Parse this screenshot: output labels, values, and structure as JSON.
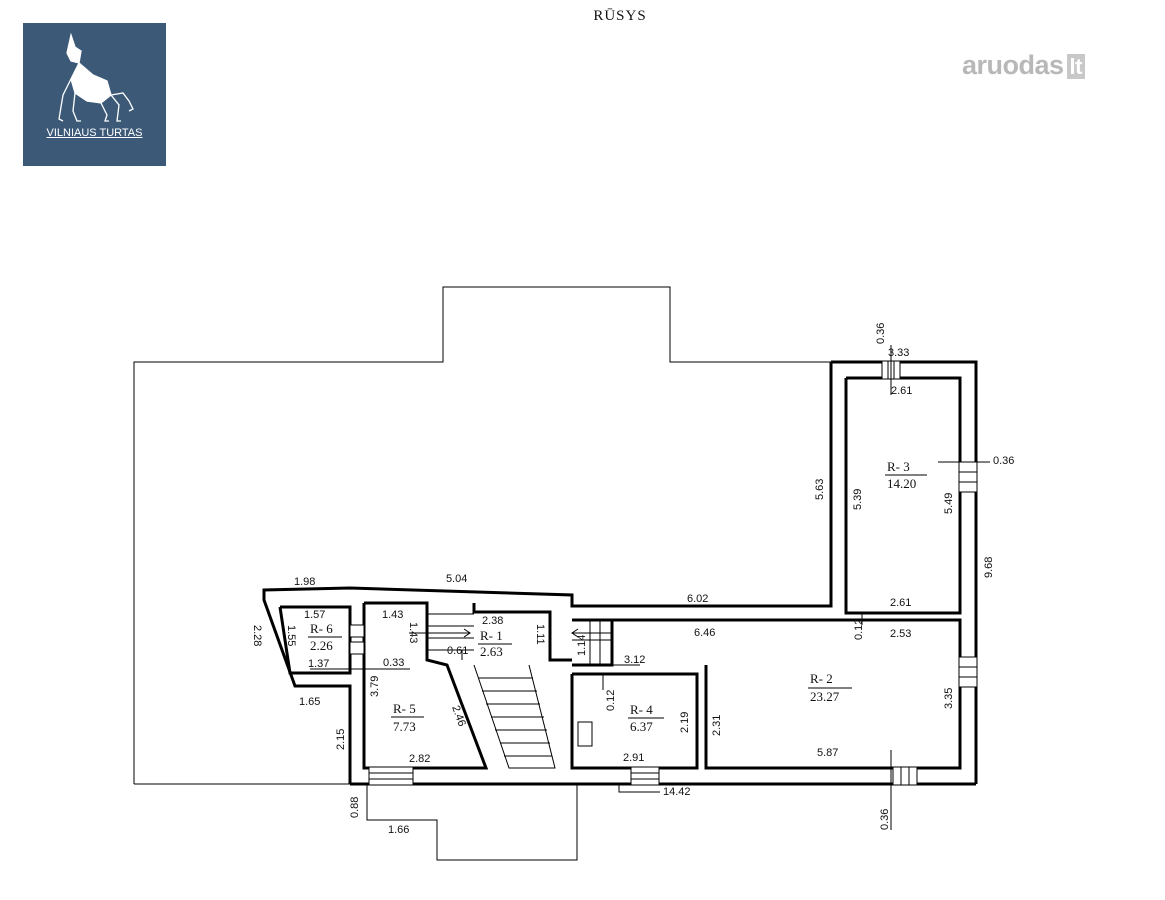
{
  "header": {
    "title": "RŪSYS",
    "logo_text": "VILNIAUS TURTAS",
    "brand_name": "aruodas",
    "brand_tld": "lt"
  },
  "colors": {
    "logo_bg": "#3c5a78",
    "brand_gray": "#b8b8b8",
    "wall": "#000000"
  },
  "rooms": {
    "r1": {
      "label": "R- 1",
      "area": "2.63"
    },
    "r2": {
      "label": "R- 2",
      "area": "23.27"
    },
    "r3": {
      "label": "R- 3",
      "area": "14.20"
    },
    "r4": {
      "label": "R- 4",
      "area": "6.37"
    },
    "r5": {
      "label": "R- 5",
      "area": "7.73"
    },
    "r6": {
      "label": "R- 6",
      "area": "2.26"
    }
  },
  "dimensions": {
    "d_036_top": "0.36",
    "d_333": "3.33",
    "d_261_top": "2.61",
    "d_036_right": "0.36",
    "d_563": "5.63",
    "d_539": "5.39",
    "d_549": "5.49",
    "d_968": "9.68",
    "d_198": "1.98",
    "d_504": "5.04",
    "d_602": "6.02",
    "d_261_mid": "2.61",
    "d_157": "1.57",
    "d_143a": "1.43",
    "d_238": "2.38",
    "d_012a": "0.12",
    "d_253": "2.53",
    "d_228": "2.28",
    "d_155": "1.55",
    "d_143b": "1.43",
    "d_111": "1.11",
    "d_114": "1.14",
    "d_646": "6.46",
    "d_137": "1.37",
    "d_033": "0.33",
    "d_061": "0.61",
    "d_312": "3.12",
    "d_335": "3.35",
    "d_379": "3.79",
    "d_012b": "0.12",
    "d_165": "1.65",
    "d_246": "2.46",
    "d_219": "2.19",
    "d_231": "2.31",
    "d_215": "2.15",
    "d_282": "2.82",
    "d_291": "2.91",
    "d_587": "5.87",
    "d_1442": "14.42",
    "d_088": "0.88",
    "d_036_bottom": "0.36",
    "d_166": "1.66"
  }
}
